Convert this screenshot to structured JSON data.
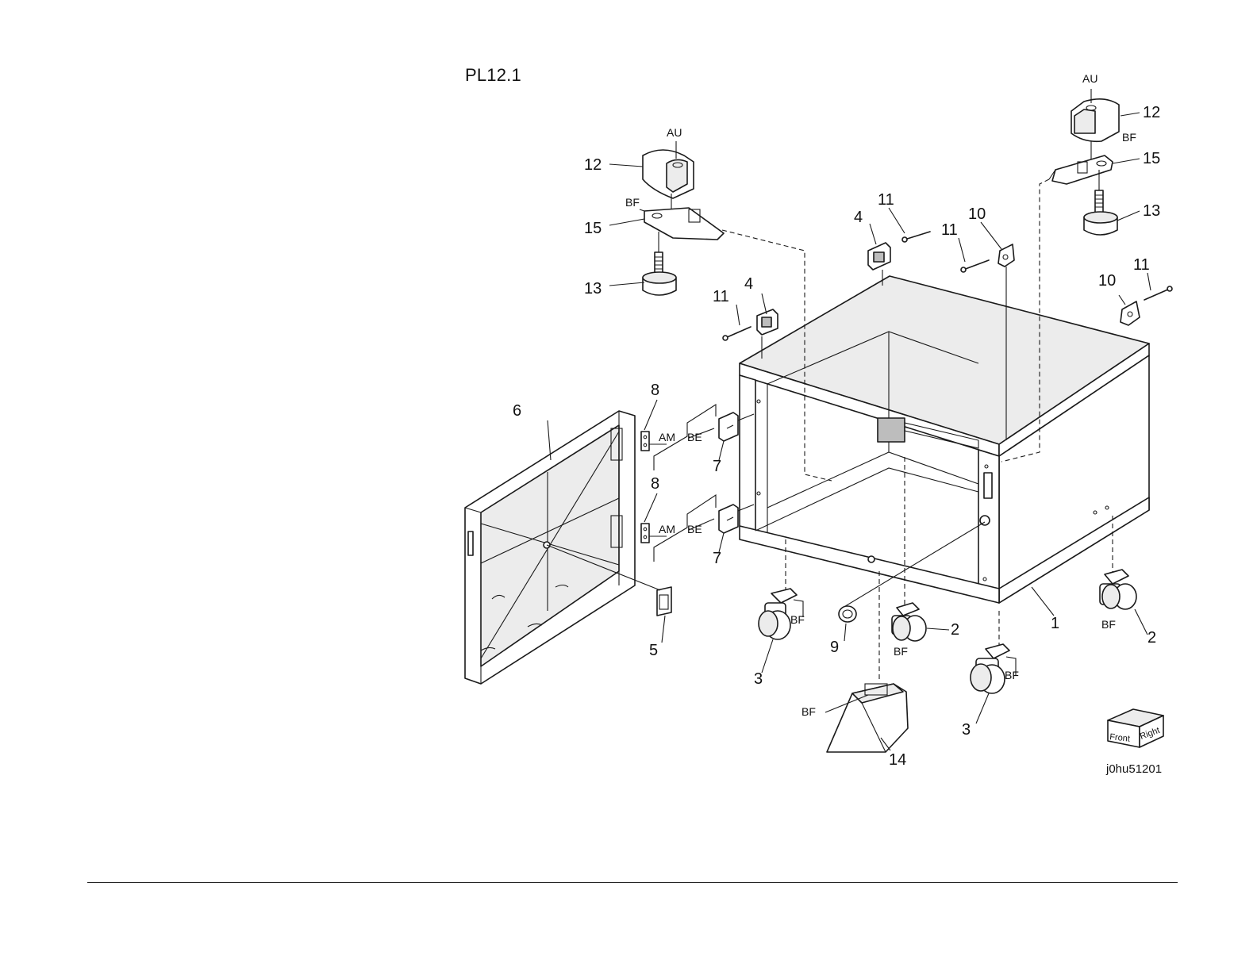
{
  "page": {
    "title": "PL12.1"
  },
  "diagram": {
    "image_id": "j0hu51201",
    "orientation_cube": {
      "front": "Front",
      "right": "Right"
    },
    "callouts": {
      "c1": "1",
      "c2a": "2",
      "c2b": "2",
      "c3a": "3",
      "c3b": "3",
      "c4a": "4",
      "c4b": "4",
      "c5": "5",
      "c6": "6",
      "c7a": "7",
      "c7b": "7",
      "c8a": "8",
      "c8b": "8",
      "c9": "9",
      "c10a": "10",
      "c10b": "10",
      "c11a": "11",
      "c11b": "11",
      "c11c": "11",
      "c11d": "11",
      "c12a": "12",
      "c12b": "12",
      "c13a": "13",
      "c13b": "13",
      "c14": "14",
      "c15a": "15",
      "c15b": "15"
    },
    "codes": {
      "au_left": "AU",
      "au_right": "AU",
      "bf_left_bracket": "BF",
      "bf_right_bracket": "BF",
      "am_upper": "AM",
      "am_lower": "AM",
      "be_upper": "BE",
      "be_lower": "BE",
      "bf_caster_front_left": "BF",
      "bf_caster_rear_center": "BF",
      "bf_caster_front_right": "BF",
      "bf_caster_rear_right": "BF",
      "bf_foot": "BF"
    }
  }
}
